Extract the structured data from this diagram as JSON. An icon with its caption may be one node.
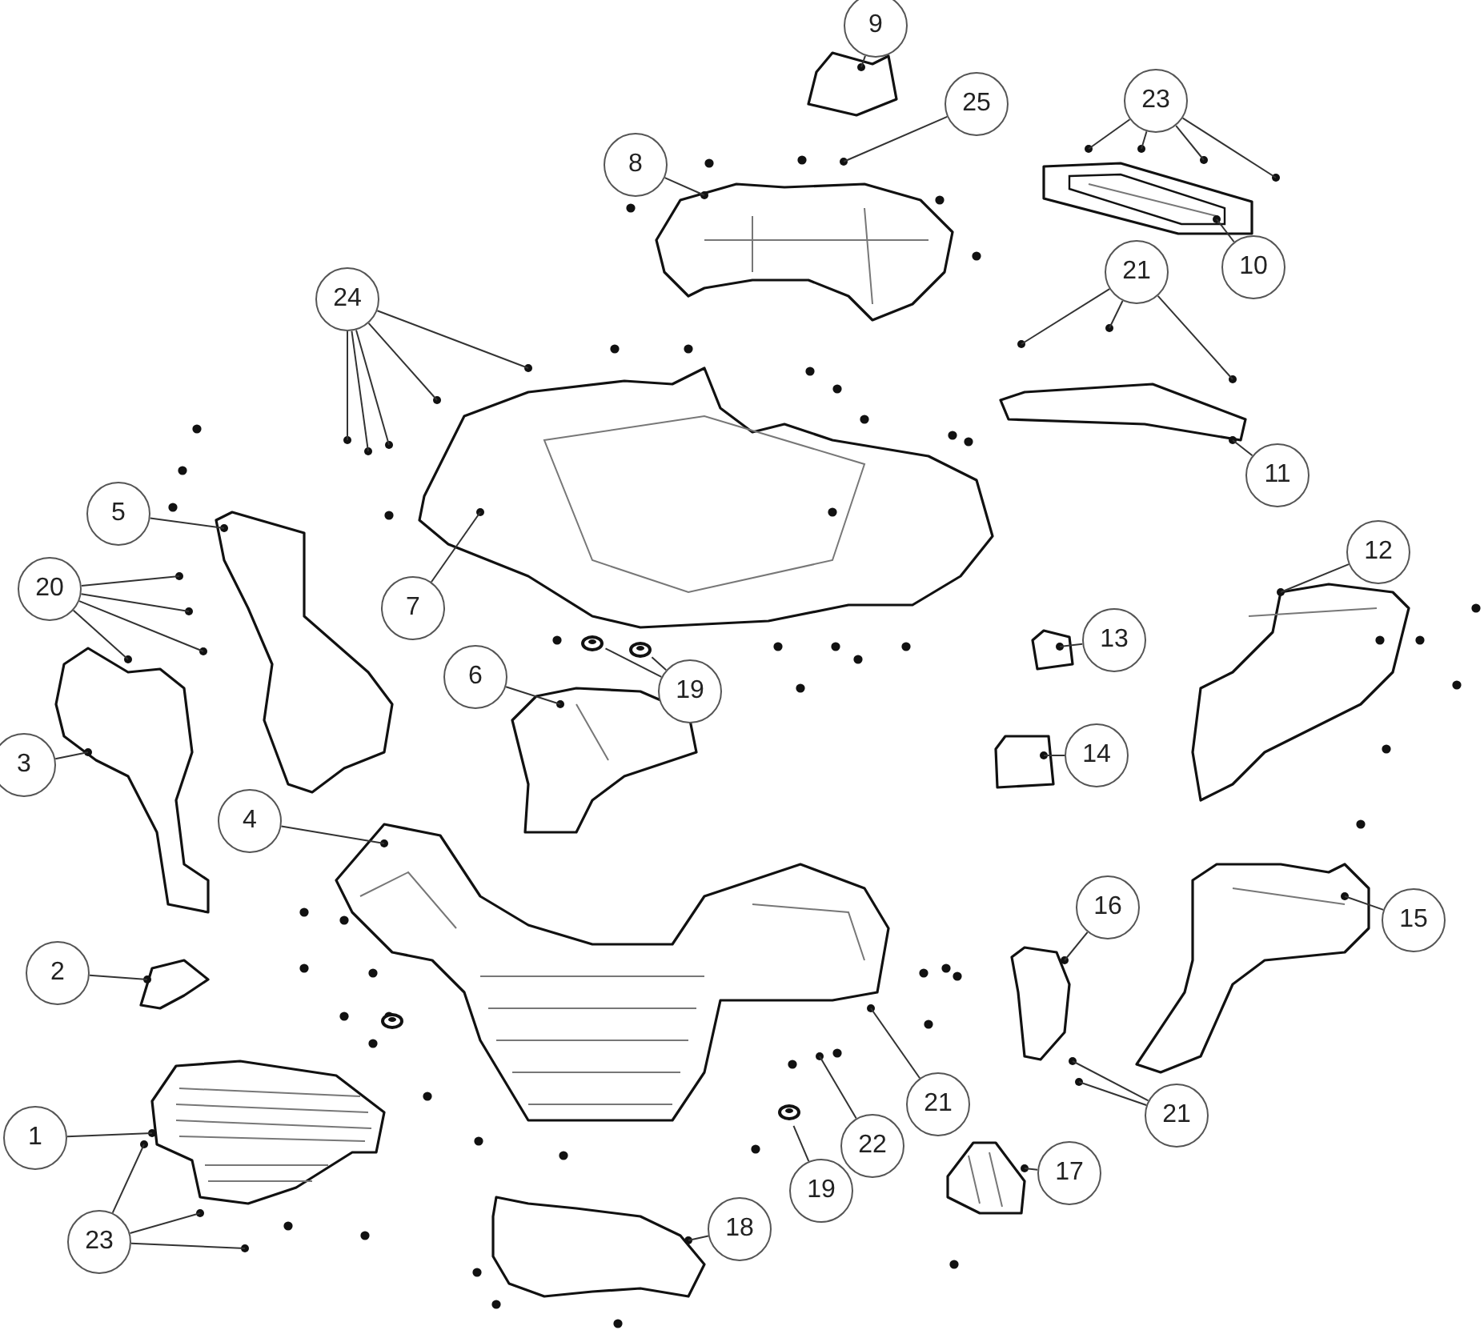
{
  "diagram": {
    "nodes": [
      {
        "text": [
          "9"
        ]
      },
      {
        "text": [
          "25"
        ]
      },
      {
        "text": [
          "23"
        ]
      },
      {
        "text": [
          "8"
        ]
      },
      {
        "text": [
          "10"
        ]
      },
      {
        "text": [
          "21"
        ]
      },
      {
        "text": [
          "24"
        ]
      },
      {
        "text": [
          "11"
        ]
      },
      {
        "text": [
          "5"
        ]
      },
      {
        "text": [
          "7"
        ]
      },
      {
        "text": [
          "20"
        ]
      },
      {
        "text": [
          "12"
        ]
      },
      {
        "text": [
          "13"
        ]
      },
      {
        "text": [
          "6"
        ]
      },
      {
        "text": [
          "19"
        ]
      },
      {
        "text": [
          "3"
        ]
      },
      {
        "text": [
          "14"
        ]
      },
      {
        "text": [
          "4"
        ]
      },
      {
        "text": [
          "16"
        ]
      },
      {
        "text": [
          "15"
        ]
      },
      {
        "text": [
          "2"
        ]
      },
      {
        "text": [
          "21"
        ]
      },
      {
        "text": [
          "21"
        ]
      },
      {
        "text": [
          "22"
        ]
      },
      {
        "text": [
          "1"
        ]
      },
      {
        "text": [
          "23"
        ]
      },
      {
        "text": [
          "19"
        ]
      },
      {
        "text": [
          "17"
        ]
      },
      {
        "text": [
          "18"
        ]
      }
    ],
    "edges": [
      {
        "from": 0,
        "to": null,
        "arrow": "none"
      },
      {
        "from": 1,
        "to": null,
        "arrow": "none"
      },
      {
        "from": 2,
        "to": null,
        "arrow": "none"
      },
      {
        "from": 2,
        "to": null,
        "arrow": "none"
      },
      {
        "from": 2,
        "to": null,
        "arrow": "none"
      },
      {
        "from": 2,
        "to": null,
        "arrow": "none"
      },
      {
        "from": 3,
        "to": null,
        "arrow": "none"
      },
      {
        "from": 4,
        "to": null,
        "arrow": "none"
      },
      {
        "from": 5,
        "to": null,
        "arrow": "none"
      },
      {
        "from": 5,
        "to": null,
        "arrow": "none"
      },
      {
        "from": 5,
        "to": null,
        "arrow": "none"
      },
      {
        "from": 6,
        "to": null,
        "arrow": "none"
      },
      {
        "from": 6,
        "to": null,
        "arrow": "none"
      },
      {
        "from": 6,
        "to": null,
        "arrow": "none"
      },
      {
        "from": 6,
        "to": null,
        "arrow": "none"
      },
      {
        "from": 6,
        "to": null,
        "arrow": "none"
      },
      {
        "from": 7,
        "to": null,
        "arrow": "none"
      },
      {
        "from": 8,
        "to": null,
        "arrow": "none"
      },
      {
        "from": 9,
        "to": null,
        "arrow": "none"
      },
      {
        "from": 10,
        "to": null,
        "arrow": "none"
      },
      {
        "from": 10,
        "to": null,
        "arrow": "none"
      },
      {
        "from": 10,
        "to": null,
        "arrow": "none"
      },
      {
        "from": 10,
        "to": null,
        "arrow": "none"
      },
      {
        "from": 11,
        "to": null,
        "arrow": "none"
      },
      {
        "from": 12,
        "to": null,
        "arrow": "none"
      },
      {
        "from": 13,
        "to": null,
        "arrow": "none"
      },
      {
        "from": 14,
        "to": null,
        "arrow": "none"
      },
      {
        "from": 14,
        "to": null,
        "arrow": "none"
      },
      {
        "from": 15,
        "to": null,
        "arrow": "none"
      },
      {
        "from": 16,
        "to": null,
        "arrow": "none"
      },
      {
        "from": 17,
        "to": null,
        "arrow": "none"
      },
      {
        "from": 18,
        "to": null,
        "arrow": "none"
      },
      {
        "from": 19,
        "to": null,
        "arrow": "none"
      },
      {
        "from": 20,
        "to": null,
        "arrow": "none"
      },
      {
        "from": 21,
        "to": null,
        "arrow": "none"
      },
      {
        "from": 22,
        "to": null,
        "arrow": "none"
      },
      {
        "from": 22,
        "to": null,
        "arrow": "none"
      },
      {
        "from": 23,
        "to": null,
        "arrow": "none"
      },
      {
        "from": 24,
        "to": null,
        "arrow": "none"
      },
      {
        "from": 25,
        "to": null,
        "arrow": "none"
      },
      {
        "from": 25,
        "to": null,
        "arrow": "none"
      },
      {
        "from": 25,
        "to": null,
        "arrow": "none"
      },
      {
        "from": 26,
        "to": null,
        "arrow": "none"
      },
      {
        "from": 27,
        "to": null,
        "arrow": "none"
      },
      {
        "from": 28,
        "to": null,
        "arrow": "none"
      }
    ]
  }
}
